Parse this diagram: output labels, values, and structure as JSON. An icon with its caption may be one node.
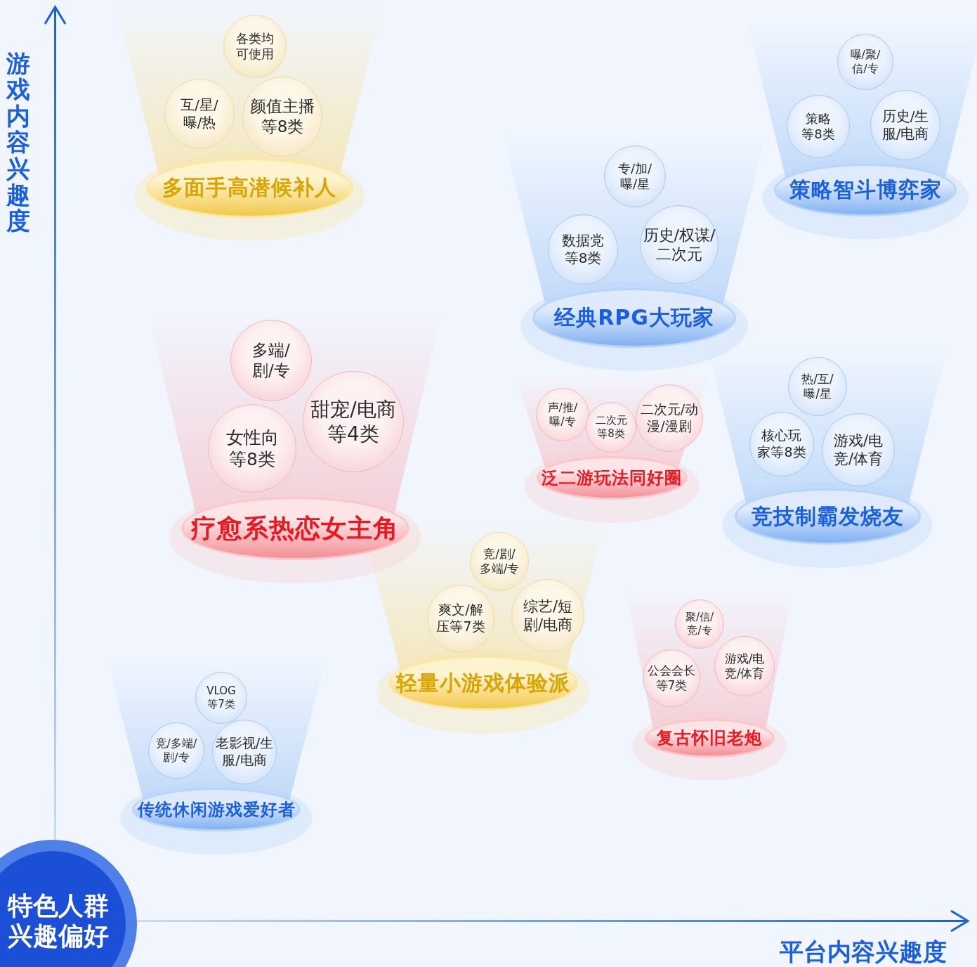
{
  "diagram": {
    "nodes": [
      {
        "text": [
          "各类均可使用"
        ]
      },
      {
        "text": [
          "互/星/曝/热"
        ]
      },
      {
        "text": [
          "颜值主播等8类"
        ]
      },
      {
        "text": [
          "多面手高潜候补人"
        ]
      },
      {
        "text": [
          "曝/聚/信/专"
        ]
      },
      {
        "text": [
          "策略等8类"
        ]
      },
      {
        "text": [
          "历史/生服/电商"
        ]
      },
      {
        "text": [
          "策略智斗博弈家"
        ]
      },
      {
        "text": [
          "专/加/曝/星"
        ]
      },
      {
        "text": [
          "数据党等8类"
        ]
      },
      {
        "text": [
          "历史/权谋/二次元"
        ]
      },
      {
        "text": [
          "经典RPG大玩家"
        ]
      },
      {
        "text": [
          "多端/剧/专"
        ]
      },
      {
        "text": [
          "甜宠/电商等4类"
        ]
      },
      {
        "text": [
          "女性向等8类"
        ]
      },
      {
        "text": [
          "疗愈系热恋女主角"
        ]
      },
      {
        "text": [
          "声/推/曝/专"
        ]
      },
      {
        "text": [
          "二次元等8类"
        ]
      },
      {
        "text": [
          "二次元/动漫/漫剧"
        ]
      },
      {
        "text": [
          "泛二游玩法同好圈"
        ]
      },
      {
        "text": [
          "热/互/曝/星"
        ]
      },
      {
        "text": [
          "核心玩家等8类"
        ]
      },
      {
        "text": [
          "游戏/电竞/体育"
        ]
      },
      {
        "text": [
          "竞技制霸发烧友"
        ]
      },
      {
        "text": [
          "竞/剧/多端/专"
        ]
      },
      {
        "text": [
          "爽文/解压等7类"
        ]
      },
      {
        "text": [
          "综艺/短剧/电商"
        ]
      },
      {
        "text": [
          "轻量小游戏体验派"
        ]
      },
      {
        "text": [
          "聚/信/竞/专"
        ]
      },
      {
        "text": [
          "公会会长等7类"
        ]
      },
      {
        "text": [
          "游戏/电竞/体育"
        ]
      },
      {
        "text": [
          "复古怀旧老炮"
        ]
      },
      {
        "text": [
          "VLOG等7类"
        ]
      },
      {
        "text": [
          "竞/多端/剧/专"
        ]
      },
      {
        "text": [
          "老影视/生服/电商"
        ]
      },
      {
        "text": [
          "传统休闲游戏爱好者"
        ]
      },
      {
        "text": [
          "特色人群兴趣偏好"
        ]
      }
    ],
    "labels": [
      "游戏内容兴趣度",
      "平台内容兴趣度"
    ]
  }
}
